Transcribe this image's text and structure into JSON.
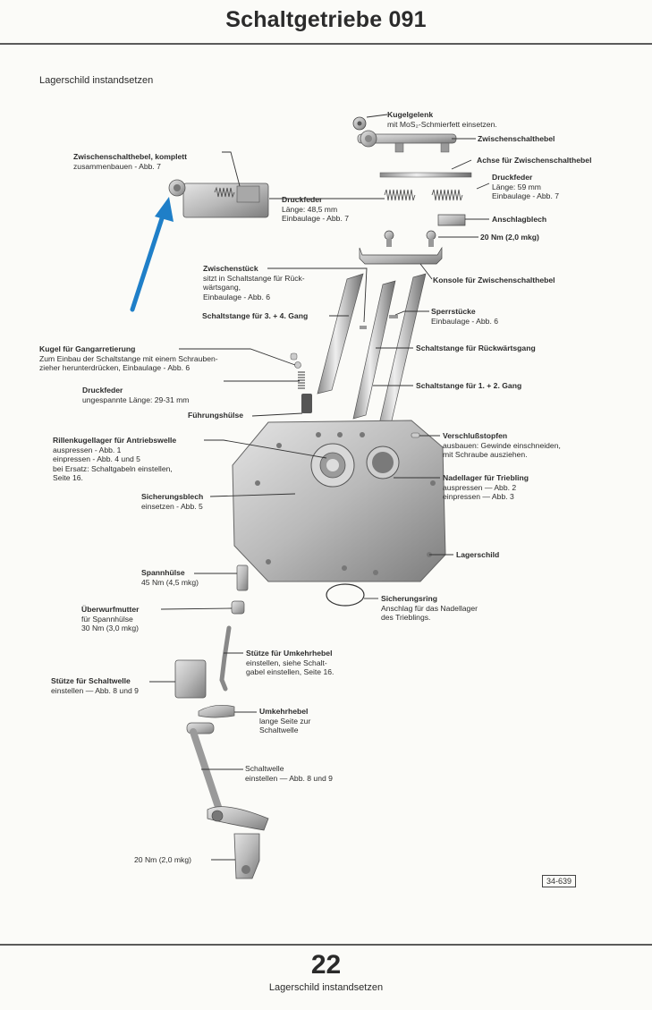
{
  "header": {
    "title": "Schaltgetriebe 091",
    "section_title": "Lagerschild instandsetzen"
  },
  "annotation": {
    "arrow_color": "#1f7fc8",
    "arrow_target": "Zwischenschalthebel, komplett"
  },
  "labels": [
    {
      "id": "kugelgelenk",
      "heading": "Kugelgelenk",
      "lines": [
        "mit MoS₂-Schmierfett einsetzen."
      ]
    },
    {
      "id": "zwischenschalthebel",
      "heading": "Zwischenschalthebel",
      "lines": []
    },
    {
      "id": "achse",
      "heading": "Achse für Zwischenschalthebel",
      "lines": []
    },
    {
      "id": "druckfeder-59",
      "heading": "Druckfeder",
      "lines": [
        "Länge: 59 mm",
        "Einbaulage - Abb. 7"
      ]
    },
    {
      "id": "anschlagblech",
      "heading": "Anschlagblech",
      "lines": []
    },
    {
      "id": "torque-20nm-top",
      "heading": "20 Nm (2,0 mkg)",
      "lines": []
    },
    {
      "id": "zwischenschalthebel-komplett",
      "heading": "Zwischenschalthebel, komplett",
      "lines": [
        "zusammenbauen - Abb. 7"
      ]
    },
    {
      "id": "druckfeder-48",
      "heading": "Druckfeder",
      "lines": [
        "Länge: 48,5 mm",
        "Einbaulage - Abb. 7"
      ]
    },
    {
      "id": "zwischenstueck",
      "heading": "Zwischenstück",
      "lines": [
        "sitzt in Schaltstange für Rück-",
        "wärtsgang,",
        "Einbaulage - Abb. 6"
      ]
    },
    {
      "id": "konsole",
      "heading": "Konsole für Zwischenschalthebel",
      "lines": []
    },
    {
      "id": "schaltstange-34",
      "heading": "Schaltstange für 3. + 4. Gang",
      "lines": []
    },
    {
      "id": "sperrstuecke",
      "heading": "Sperrstücke",
      "lines": [
        "Einbaulage - Abb. 6"
      ]
    },
    {
      "id": "kugel",
      "heading": "Kugel für Gangarretierung",
      "lines": [
        "Zum Einbau der Schaltstange mit einem Schrauben-",
        "zieher herunterdrücken, Einbaulage - Abb. 6"
      ]
    },
    {
      "id": "schaltstange-rueck",
      "heading": "Schaltstange für Rückwärtsgang",
      "lines": []
    },
    {
      "id": "druckfeder-29",
      "heading": "Druckfeder",
      "lines": [
        "ungespannte Länge: 29-31 mm"
      ]
    },
    {
      "id": "schaltstange-12",
      "heading": "Schaltstange für 1. + 2. Gang",
      "lines": []
    },
    {
      "id": "fuehrungshuelse",
      "heading": "Führungshülse",
      "lines": []
    },
    {
      "id": "verschlussstopfen",
      "heading": "Verschlußstopfen",
      "lines": [
        "ausbauen: Gewinde einschneiden,",
        "mit Schraube ausziehen."
      ]
    },
    {
      "id": "rillenkugellager",
      "heading": "Rillenkugellager für Antriebswelle",
      "lines": [
        "auspressen - Abb. 1",
        "einpressen - Abb. 4 und 5",
        "bei Ersatz: Schaltgabeln einstellen,",
        "Seite 16."
      ]
    },
    {
      "id": "nadellager",
      "heading": "Nadellager für Triebling",
      "lines": [
        "auspressen — Abb. 2",
        "einpressen — Abb. 3"
      ]
    },
    {
      "id": "sicherungsblech",
      "heading": "Sicherungsblech",
      "lines": [
        "einsetzen - Abb. 5"
      ]
    },
    {
      "id": "lagerschild",
      "heading": "Lagerschild",
      "lines": []
    },
    {
      "id": "spannhuelse",
      "heading": "Spannhülse",
      "lines": [
        "45 Nm (4,5 mkg)"
      ]
    },
    {
      "id": "sicherungsring",
      "heading": "Sicherungsring",
      "lines": [
        "Anschlag für das Nadellager",
        "des Trieblings."
      ]
    },
    {
      "id": "ueberwurfmutter",
      "heading": "Überwurfmutter",
      "lines": [
        "für Spannhülse",
        "30 Nm (3,0 mkg)"
      ]
    },
    {
      "id": "stuetze-umkehrhebel",
      "heading": "Stütze für Umkehrhebel",
      "lines": [
        "einstellen, siehe Schalt-",
        "gabel einstellen, Seite 16."
      ]
    },
    {
      "id": "stuetze-schaltwelle",
      "heading": "Stütze für Schaltwelle",
      "lines": [
        "einstellen — Abb. 8 und 9"
      ]
    },
    {
      "id": "umkehrhebel",
      "heading": "Umkehrhebel",
      "lines": [
        "lange Seite zur",
        "Schaltwelle"
      ]
    },
    {
      "id": "schaltwelle",
      "heading": "Schaltwelle",
      "lines": [
        "einstellen — Abb. 8 und 9"
      ]
    },
    {
      "id": "torque-20nm-bottom",
      "heading": "20 Nm (2,0 mkg)",
      "lines": []
    }
  ],
  "figure_number": "34-639",
  "footer": {
    "page_number": "22",
    "subtitle": "Lagerschild instandsetzen"
  }
}
